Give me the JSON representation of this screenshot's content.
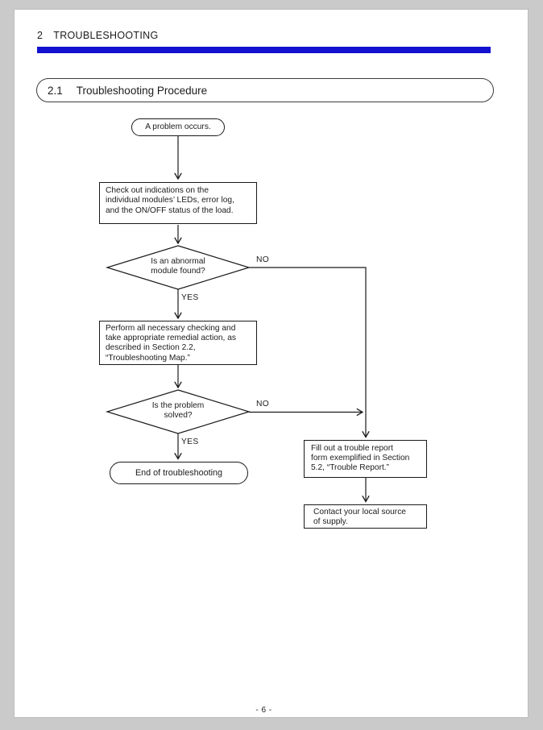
{
  "page": {
    "header": {
      "number": "2",
      "title": "TROUBLESHOOTING"
    },
    "accent_color": "#1212d0",
    "section": {
      "number": "2.1",
      "title": "Troubleshooting Procedure"
    },
    "footer": {
      "page_number": "- 6 -"
    }
  },
  "flowchart": {
    "start": {
      "label": "A problem occurs."
    },
    "box_check": {
      "lines": [
        "Check out indications on the",
        "individual modules’ LEDs, error log,",
        "and the ON/OFF status of the load."
      ]
    },
    "decision_abnormal": {
      "lines": [
        "Is an abnormal",
        "module found?"
      ],
      "yes_label": "YES",
      "no_label": "NO"
    },
    "box_perform": {
      "lines": [
        "Perform all necessary checking and",
        "take appropriate remedial action, as",
        "described in Section 2.2,",
        "“Troubleshooting Map.”"
      ]
    },
    "decision_solved": {
      "lines": [
        "Is the problem",
        "solved?"
      ],
      "yes_label": "YES",
      "no_label": "NO"
    },
    "end": {
      "label": "End of troubleshooting"
    },
    "box_report": {
      "lines": [
        "Fill out a trouble report",
        "form exemplified in Section",
        "5.2, “Trouble Report.”"
      ]
    },
    "box_contact": {
      "lines": [
        "Contact your local source",
        "of supply."
      ]
    }
  }
}
